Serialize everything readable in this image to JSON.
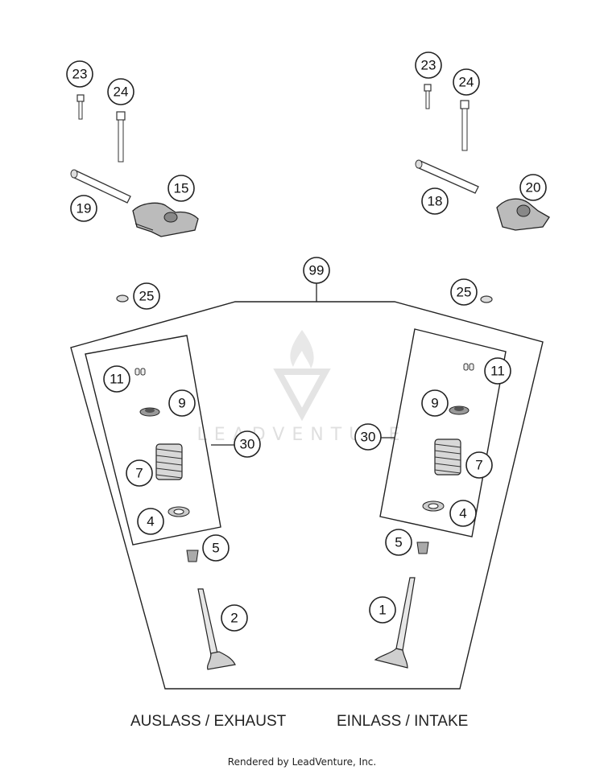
{
  "diagram": {
    "callouts": {
      "c23_left": "23",
      "c24_left": "24",
      "c19": "19",
      "c15": "15",
      "c23_right": "23",
      "c24_right": "24",
      "c18": "18",
      "c20": "20",
      "c99": "99",
      "c25_left": "25",
      "c25_right": "25",
      "c11_left": "11",
      "c9_left": "9",
      "c30_left": "30",
      "c7_left": "7",
      "c4_left": "4",
      "c5_left": "5",
      "c2": "2",
      "c11_right": "11",
      "c9_right": "9",
      "c30_right": "30",
      "c7_right": "7",
      "c4_right": "4",
      "c5_right": "5",
      "c1": "1"
    },
    "labels": {
      "exhaust": "AUSLASS / EXHAUST",
      "intake": "EINLASS / INTAKE"
    },
    "watermark": "LEADVENTURE",
    "footer": "Rendered by LeadVenture, Inc."
  }
}
